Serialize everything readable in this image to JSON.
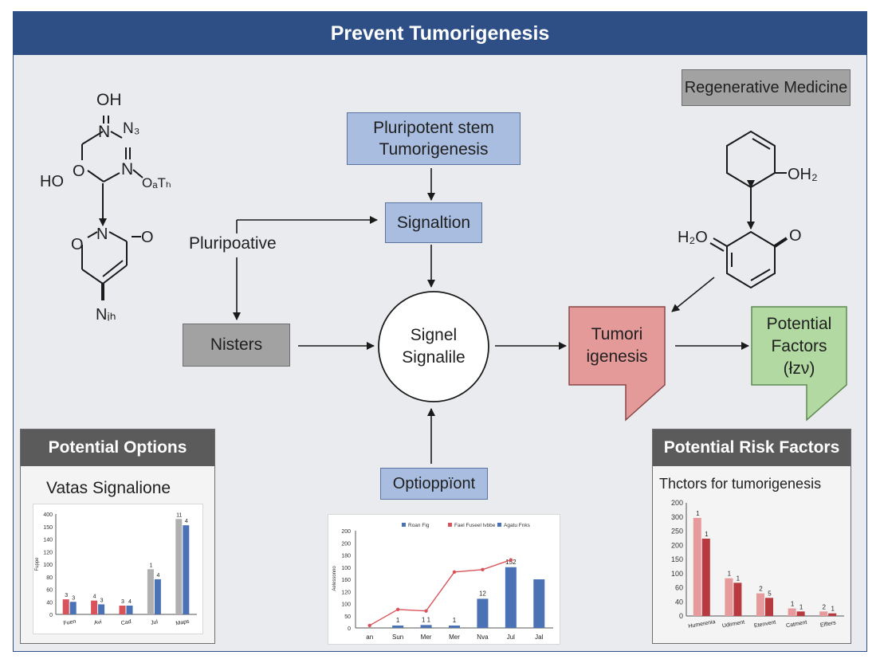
{
  "header": {
    "title": "Prevent Tumorigenesis"
  },
  "tags": {
    "regenerative": "Regenerative Medicine"
  },
  "nodes": {
    "pluripotent_line1": "Pluripotent stem",
    "pluripotent_line2": "Tumorigenesis",
    "signaltion": "Signaltion",
    "pluripoative": "Pluripoative",
    "nisters": "Nisters",
    "center_line1": "Signel",
    "center_line2": "Signalile",
    "tumori_line1": "Tumori",
    "tumori_line2": "igenesis",
    "factors_line1": "Potential",
    "factors_line2": "Factors",
    "factors_line3": "(łzν)",
    "optiopp": "Optioppïont"
  },
  "molecule_left": {
    "labels": [
      "OH",
      "N",
      "N₃",
      "N",
      "HO",
      "O",
      "N",
      "O",
      "OₐTₕ",
      "O",
      "N",
      "O",
      "Nᵢₕ"
    ]
  },
  "molecule_right": {
    "labels": [
      "OH₂",
      "H₂O",
      "O"
    ]
  },
  "panel_left": {
    "title": "Potential Options",
    "subtitle": "Vataѕ Signalione"
  },
  "panel_right": {
    "title": "Potential Risk Factors",
    "subtitle": "Thctors for tumorigenesis"
  },
  "colors": {
    "header": "#2e4f86",
    "blue_box": "#a9bde0",
    "grey_box": "#a2a2a2",
    "red_box": "#e59a9a",
    "green_box": "#b2d9a2",
    "series_red": "#d9545a",
    "series_blue": "#4a72b5",
    "series_grey": "#b0b0b0"
  },
  "chart_data": [
    {
      "type": "bar",
      "ylabel": "Fuppe",
      "ylim": [
        0,
        400
      ],
      "yticks": [
        "400",
        "150",
        "140",
        "120",
        "100",
        "80",
        "60",
        "40",
        "0"
      ],
      "categories": [
        "Fuen",
        "Avi",
        "Cad",
        "Jul",
        "Maps"
      ],
      "series": [
        {
          "values": [
            60,
            55,
            35,
            180,
            380
          ]
        },
        {
          "values": [
            50,
            40,
            35,
            140,
            355
          ]
        }
      ],
      "data_labels": [
        "3",
        "3",
        "4",
        "3",
        "3",
        "4",
        "1",
        "4",
        "11",
        "4"
      ]
    },
    {
      "type": "bar",
      "ylabel": "Aelessonno",
      "ylim": [
        0,
        200
      ],
      "yticks": [
        "200",
        "200",
        "180",
        "100",
        "160",
        "120",
        "100",
        "50",
        "0"
      ],
      "categories": [
        "an",
        "Sun",
        "Mer",
        "Mer",
        "Nva",
        "Jul",
        "Jal"
      ],
      "legend": [
        "Roan Fig",
        "Fael Fuseel lvbbe",
        "Agatu Fnks"
      ],
      "bar_values": [
        0,
        5,
        6,
        5,
        60,
        125,
        100
      ],
      "line_values": [
        5,
        38,
        35,
        115,
        120,
        140,
        null
      ],
      "data_labels": [
        "1",
        "1 1",
        "1",
        "12",
        "152"
      ]
    },
    {
      "type": "bar",
      "ylim": [
        0,
        300
      ],
      "yticks": [
        "200",
        "300",
        "250",
        "200",
        "150",
        "100",
        "60",
        "40",
        "0"
      ],
      "categories": [
        "Humerenia",
        "Udirment",
        "Etenvent",
        "Catment",
        "Elfters"
      ],
      "series": [
        {
          "values": [
            260,
            100,
            60,
            20,
            12
          ]
        },
        {
          "values": [
            205,
            88,
            48,
            12,
            7
          ]
        }
      ],
      "data_labels": [
        "1",
        "1",
        "1",
        "1",
        "2",
        "5",
        "1",
        "1",
        "2",
        "1"
      ]
    }
  ]
}
